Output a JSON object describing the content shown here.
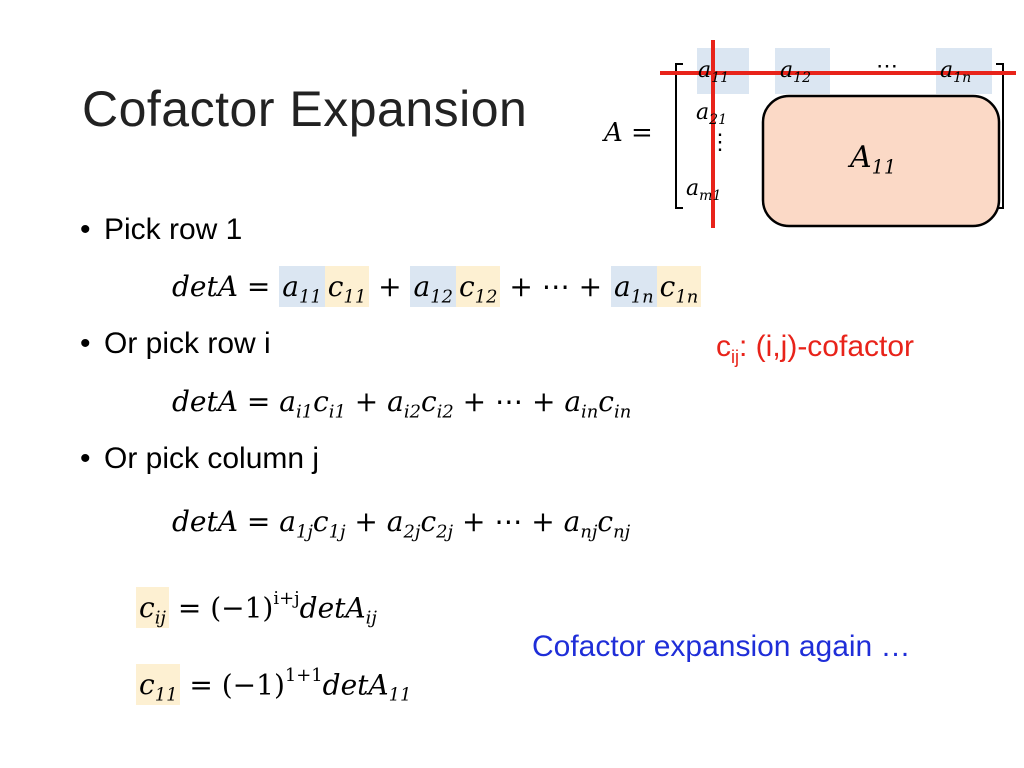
{
  "slide": {
    "title": "Cofactor Expansion",
    "bullets": [
      "Pick row 1",
      "Or pick row i",
      "Or pick column j"
    ],
    "formulas": {
      "row1": {
        "lhs": "detA",
        "a1": "a",
        "s_a1": "11",
        "c1": "c",
        "s_c1": "11",
        "a2": "a",
        "s_a2": "12",
        "c2": "c",
        "s_c2": "12",
        "dots": "+ ⋯ +",
        "an": "a",
        "s_an": "1n",
        "cn": "c",
        "s_cn": "1n"
      },
      "rowi": {
        "lhs": "detA",
        "s_a1": "i1",
        "s_c1": "i1",
        "s_a2": "i2",
        "s_c2": "i2",
        "s_an": "in",
        "s_cn": "in"
      },
      "colj": {
        "lhs": "detA",
        "s_a1": "1j",
        "s_c1": "1j",
        "s_a2": "2j",
        "s_c2": "2j",
        "s_an": "nj",
        "s_cn": "nj"
      },
      "cij": {
        "c": "c",
        "s_c": "ij",
        "rhs": "= (−1)",
        "sup": "i+j",
        "det": "detA",
        "s_det": "ij"
      },
      "c11": {
        "c": "c",
        "s_c": "11",
        "rhs": "= (−1)",
        "sup": "1+1",
        "det": "detA",
        "s_det": "11"
      }
    },
    "note_cofactor": {
      "c": "c",
      "sub": "ij",
      "text": ": (i,j)-cofactor"
    },
    "note_again": "Cofactor expansion again …",
    "matrix": {
      "lhs": "A =",
      "a11": "a",
      "s11": "11",
      "a12": "a",
      "s12": "12",
      "hdots": "⋯",
      "a1n": "a",
      "s1n": "1n",
      "a21": "a",
      "s21": "21",
      "vdots": "⋮",
      "am1": "a",
      "sm1": "m1",
      "block": "A",
      "s_block": "11"
    },
    "colors": {
      "blue_highlight": "#dbe6f2",
      "yellow_highlight": "#fdf0d2",
      "red": "#e8231a",
      "blue_text": "#1f2ed8",
      "block_fill": "#fbd9c6"
    }
  }
}
